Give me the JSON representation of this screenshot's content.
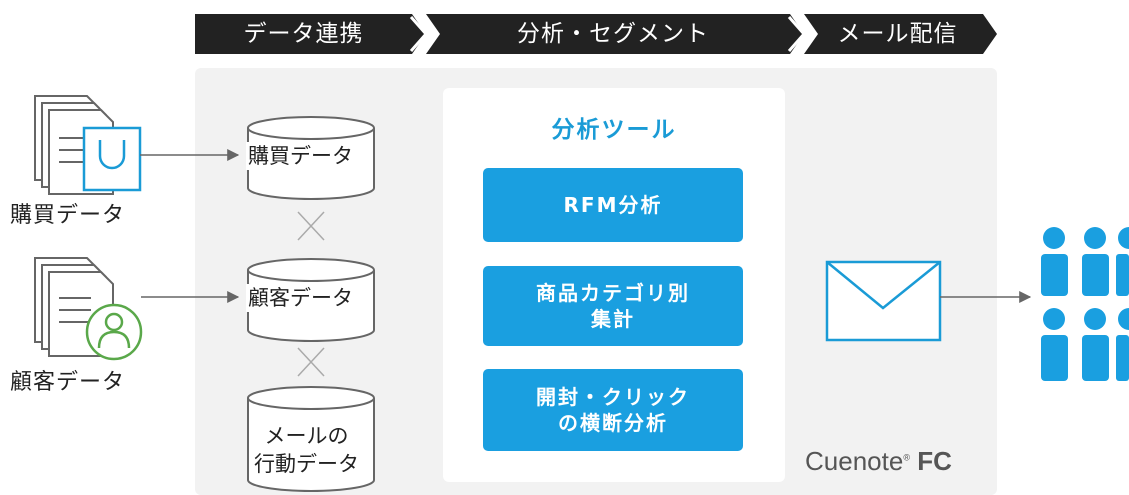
{
  "steps": [
    "データ連携",
    "分析・セグメント",
    "メール配信"
  ],
  "sources": [
    {
      "label": "購買データ",
      "icon": "shopping-bag-icon"
    },
    {
      "label": "顧客データ",
      "icon": "person-icon"
    }
  ],
  "databases": [
    "購買データ",
    "顧客データ",
    "メールの\n行動データ"
  ],
  "tool_panel": {
    "title": "分析ツール",
    "buttons": [
      "RFM分析",
      "商品カテゴリ別\n集計",
      "開封・クリック\nの横断分析"
    ]
  },
  "brand": {
    "name": "Cuenote",
    "mark": "FC"
  },
  "colors": {
    "step_bar": "#222222",
    "accent": "#1a9fe0",
    "icon_blue": "#1a9bd6",
    "person_green": "#5aa84a",
    "panel_bg": "#f2f2f2"
  }
}
